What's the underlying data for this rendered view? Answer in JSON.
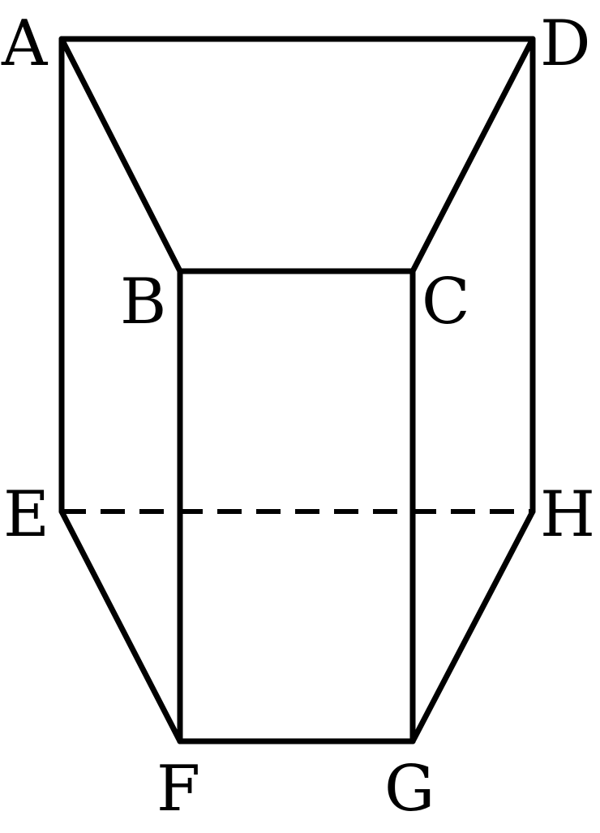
{
  "figure": {
    "vertices": [
      {
        "id": "A",
        "label": "A"
      },
      {
        "id": "B",
        "label": "B"
      },
      {
        "id": "C",
        "label": "C"
      },
      {
        "id": "D",
        "label": "D"
      },
      {
        "id": "E",
        "label": "E"
      },
      {
        "id": "F",
        "label": "F"
      },
      {
        "id": "G",
        "label": "G"
      },
      {
        "id": "H",
        "label": "H"
      }
    ],
    "edges": [
      {
        "id": "AD",
        "from": "A",
        "to": "D",
        "style": "solid"
      },
      {
        "id": "AB",
        "from": "A",
        "to": "B",
        "style": "solid"
      },
      {
        "id": "BC",
        "from": "B",
        "to": "C",
        "style": "solid"
      },
      {
        "id": "CD",
        "from": "C",
        "to": "D",
        "style": "solid"
      },
      {
        "id": "AE",
        "from": "A",
        "to": "E",
        "style": "solid"
      },
      {
        "id": "DH",
        "from": "D",
        "to": "H",
        "style": "solid"
      },
      {
        "id": "BF",
        "from": "B",
        "to": "F",
        "style": "solid"
      },
      {
        "id": "CG",
        "from": "C",
        "to": "G",
        "style": "solid"
      },
      {
        "id": "EF",
        "from": "E",
        "to": "F",
        "style": "solid"
      },
      {
        "id": "FG",
        "from": "F",
        "to": "G",
        "style": "solid"
      },
      {
        "id": "GH",
        "from": "G",
        "to": "H",
        "style": "solid"
      },
      {
        "id": "EH",
        "from": "E",
        "to": "H",
        "style": "dashed"
      }
    ],
    "colors": {
      "stroke": "#000000",
      "background": "#ffffff"
    }
  }
}
